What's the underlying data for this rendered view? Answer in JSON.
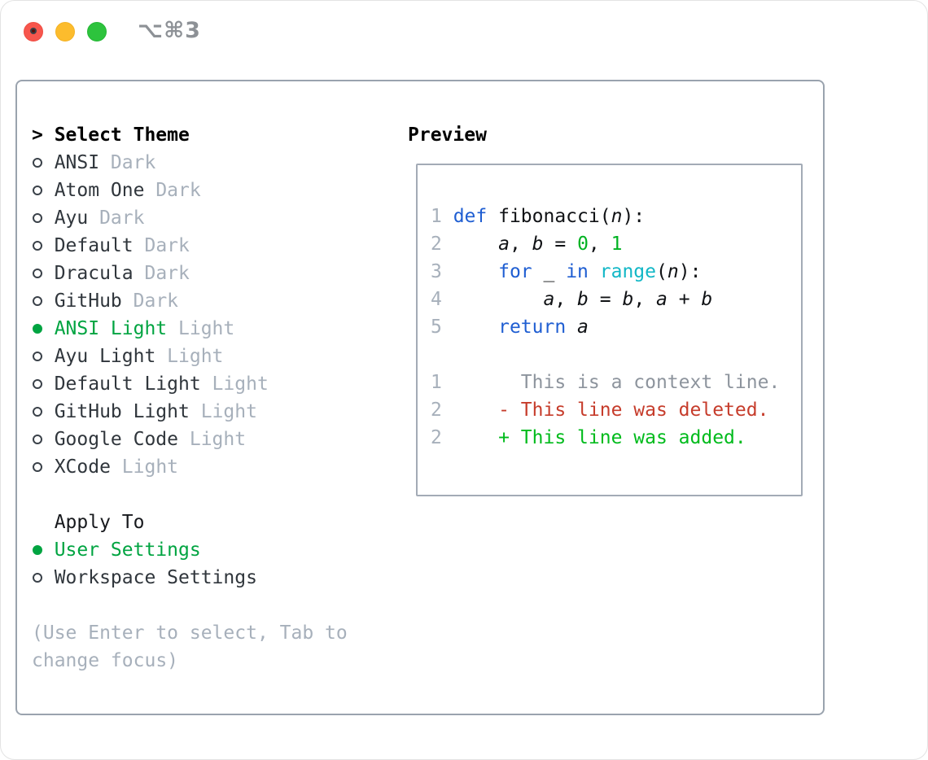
{
  "window": {
    "shortcut_label": "⌥⌘3",
    "traffic_lights": {
      "close": "#f7564d",
      "minimize": "#fcbc2d",
      "zoom": "#2dc33d",
      "close_dot": "#5c100a"
    }
  },
  "theme_picker": {
    "header_prefix": ">",
    "header": "Select Theme",
    "items": [
      {
        "name": "ANSI",
        "tag": "Dark",
        "selected": false
      },
      {
        "name": "Atom One",
        "tag": "Dark",
        "selected": false
      },
      {
        "name": "Ayu",
        "tag": "Dark",
        "selected": false
      },
      {
        "name": "Default",
        "tag": "Dark",
        "selected": false
      },
      {
        "name": "Dracula",
        "tag": "Dark",
        "selected": false
      },
      {
        "name": "GitHub",
        "tag": "Dark",
        "selected": false
      },
      {
        "name": "ANSI Light",
        "tag": "Light",
        "selected": true
      },
      {
        "name": "Ayu Light",
        "tag": "Light",
        "selected": false
      },
      {
        "name": "Default Light",
        "tag": "Light",
        "selected": false
      },
      {
        "name": "GitHub Light",
        "tag": "Light",
        "selected": false
      },
      {
        "name": "Google Code",
        "tag": "Light",
        "selected": false
      },
      {
        "name": "XCode",
        "tag": "Light",
        "selected": false
      }
    ],
    "apply_header": "Apply To",
    "apply_options": [
      {
        "name": "User Settings",
        "selected": true
      },
      {
        "name": "Workspace Settings",
        "selected": false
      }
    ],
    "help": [
      "(Use Enter to select, Tab to",
      "change focus)"
    ]
  },
  "preview": {
    "title": "Preview",
    "code_lines": [
      [
        {
          "t": "1 ",
          "c": "num"
        },
        {
          "t": "def",
          "c": "kw"
        },
        {
          "t": " fibonacci(",
          "c": "pl"
        },
        {
          "t": "n",
          "c": "var"
        },
        {
          "t": "):",
          "c": "pl"
        }
      ],
      [
        {
          "t": "2 ",
          "c": "num"
        },
        {
          "t": "    ",
          "c": "pl"
        },
        {
          "t": "a",
          "c": "var"
        },
        {
          "t": ", ",
          "c": "pl"
        },
        {
          "t": "b",
          "c": "var"
        },
        {
          "t": " = ",
          "c": "pl"
        },
        {
          "t": "0",
          "c": "lit"
        },
        {
          "t": ", ",
          "c": "pl"
        },
        {
          "t": "1",
          "c": "lit"
        }
      ],
      [
        {
          "t": "3 ",
          "c": "num"
        },
        {
          "t": "    ",
          "c": "pl"
        },
        {
          "t": "for",
          "c": "kw"
        },
        {
          "t": " _ ",
          "c": "pl"
        },
        {
          "t": "in",
          "c": "kw"
        },
        {
          "t": " ",
          "c": "pl"
        },
        {
          "t": "range",
          "c": "bi"
        },
        {
          "t": "(",
          "c": "pl"
        },
        {
          "t": "n",
          "c": "var"
        },
        {
          "t": "):",
          "c": "pl"
        }
      ],
      [
        {
          "t": "4 ",
          "c": "num"
        },
        {
          "t": "        ",
          "c": "pl"
        },
        {
          "t": "a",
          "c": "var"
        },
        {
          "t": ", ",
          "c": "pl"
        },
        {
          "t": "b",
          "c": "var"
        },
        {
          "t": " = ",
          "c": "pl"
        },
        {
          "t": "b",
          "c": "var"
        },
        {
          "t": ", ",
          "c": "pl"
        },
        {
          "t": "a",
          "c": "var"
        },
        {
          "t": " + ",
          "c": "pl"
        },
        {
          "t": "b",
          "c": "var"
        }
      ],
      [
        {
          "t": "5 ",
          "c": "num"
        },
        {
          "t": "    ",
          "c": "pl"
        },
        {
          "t": "return",
          "c": "kw"
        },
        {
          "t": " ",
          "c": "pl"
        },
        {
          "t": "a",
          "c": "var"
        }
      ],
      [],
      [
        {
          "t": "1",
          "c": "num"
        },
        {
          "t": "       This is a context line.",
          "c": "ctx"
        }
      ],
      [
        {
          "t": "2",
          "c": "num"
        },
        {
          "t": "     ",
          "c": "pl"
        },
        {
          "t": "- This line was deleted.",
          "c": "del"
        }
      ],
      [
        {
          "t": "2",
          "c": "num"
        },
        {
          "t": "     ",
          "c": "pl"
        },
        {
          "t": "+ This line was added.",
          "c": "add"
        }
      ]
    ]
  },
  "colors": {
    "accent_green": "#00a441",
    "added_green": "#00bb1c",
    "deleted_red": "#c63c2b",
    "keyword_blue": "#1f5ed2",
    "builtin_cyan": "#12b7c6",
    "muted_gray": "#a7b0bb",
    "panel_border": "#9aa3ae"
  }
}
